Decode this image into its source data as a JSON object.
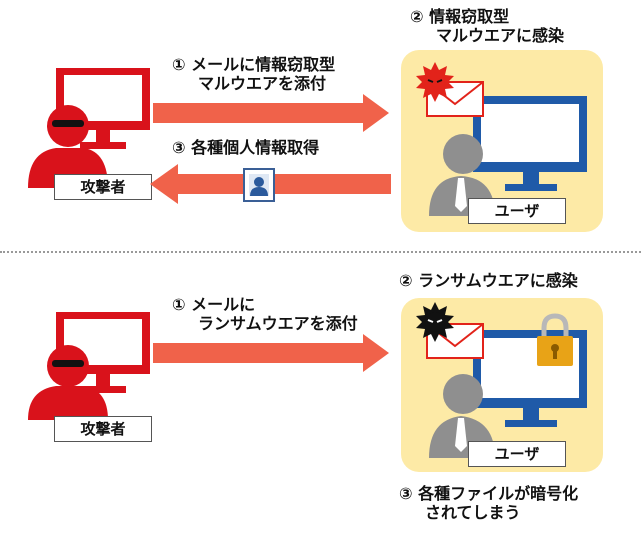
{
  "colors": {
    "arrow": "#f0624a",
    "monitor_red": "#d9121b",
    "monitor_blue": "#1f5aa8",
    "user_panel": "#fdeaa6",
    "person_gray": "#8f8f8f",
    "lock_gold": "#e8a317",
    "envelope_red": "#e2231a"
  },
  "icons": [
    "attacker-icon",
    "user-icon",
    "monitor-icon",
    "virus-icon",
    "envelope-icon",
    "lock-icon",
    "id-card-icon"
  ],
  "scenario_1": {
    "step1": [
      "① メールに情報窃取型",
      "マルウエアを添付"
    ],
    "step2": [
      "② 情報窃取型",
      "マルウエアに感染"
    ],
    "step3": [
      "③ 各種個人情報取得"
    ],
    "attacker_label": "攻撃者",
    "user_label": "ユーザ"
  },
  "scenario_2": {
    "step1": [
      "① メールに",
      "ランサムウエアを添付"
    ],
    "step2": [
      "② ランサムウエアに感染"
    ],
    "step3": [
      "③ 各種ファイルが暗号化",
      "されてしまう"
    ],
    "attacker_label": "攻撃者",
    "user_label": "ユーザ"
  }
}
